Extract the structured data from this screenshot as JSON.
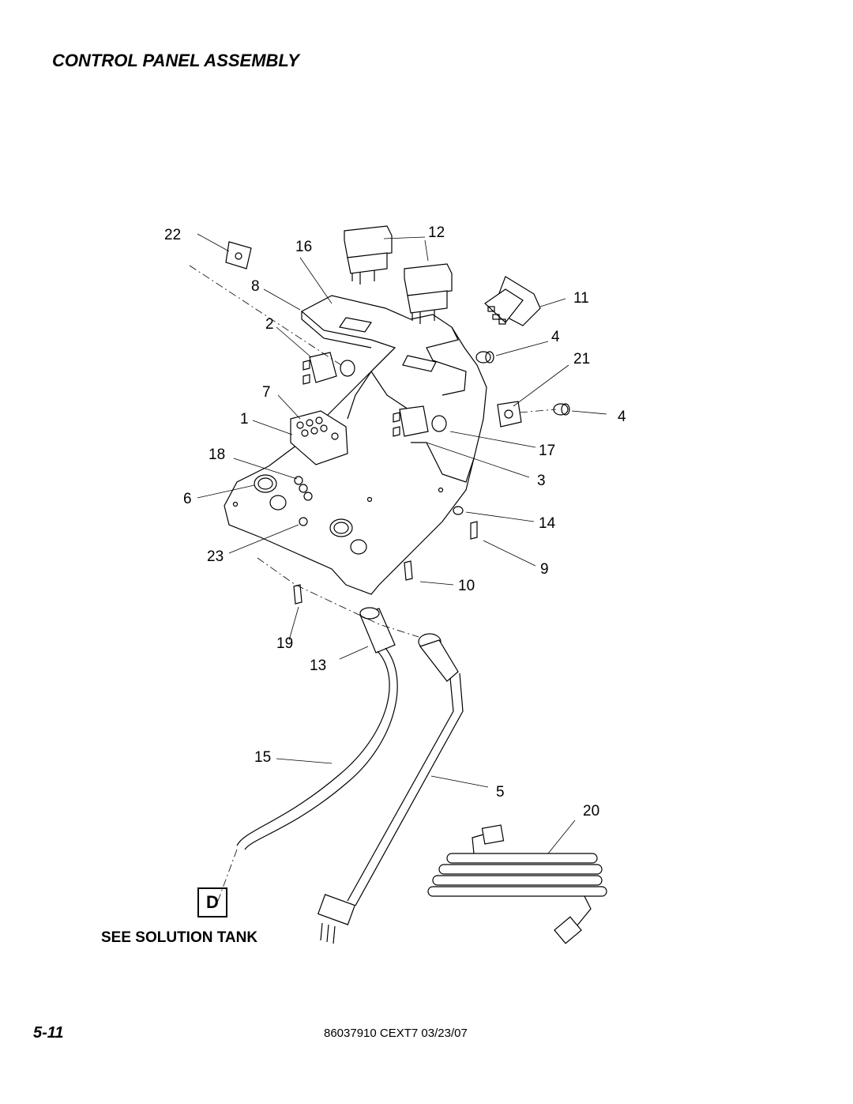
{
  "page": {
    "title": "CONTROL PANEL ASSEMBLY",
    "page_number": "5-11",
    "doc_reference": "86037910 CEXT7 03/23/07"
  },
  "diagram": {
    "detail_letter": "D",
    "reference_note": "SEE SOLUTION TANK",
    "callouts": {
      "c1": "1",
      "c2": "2",
      "c3": "3",
      "c4a": "4",
      "c4b": "4",
      "c5": "5",
      "c6": "6",
      "c7": "7",
      "c8": "8",
      "c9": "9",
      "c10": "10",
      "c11": "11",
      "c12": "12",
      "c13": "13",
      "c14": "14",
      "c15": "15",
      "c16": "16",
      "c17": "17",
      "c18": "18",
      "c19": "19",
      "c20": "20",
      "c21": "21",
      "c22": "22",
      "c23": "23"
    }
  }
}
